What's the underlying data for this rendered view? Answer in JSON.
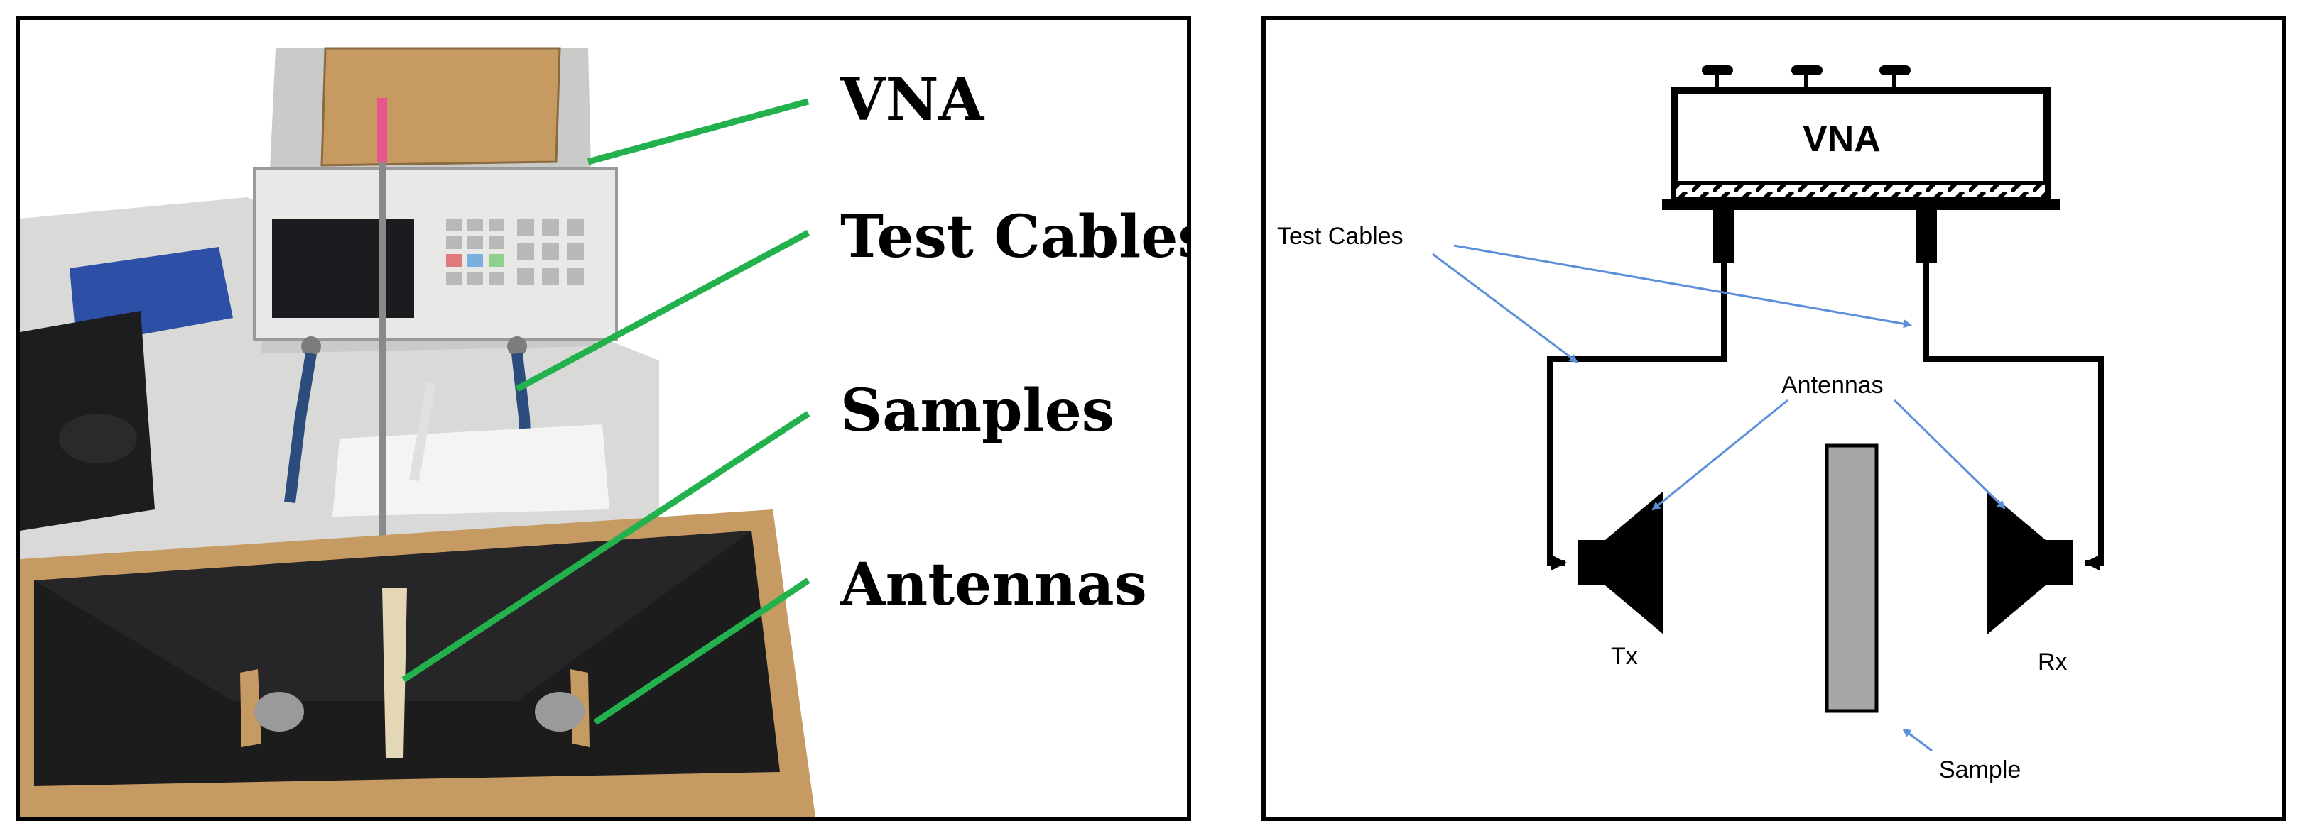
{
  "photo": {
    "labels": {
      "vna": "VNA",
      "test_cables": "Test Cables",
      "samples": "Samples",
      "antennas": "Antennas"
    },
    "leader_color": "#22b14c"
  },
  "schematic": {
    "vna": "VNA",
    "test_cables": "Test Cables",
    "antennas": "Antennas",
    "tx": "Tx",
    "rx": "Rx",
    "sample": "Sample",
    "arrow_color": "#5b8fd9",
    "sample_fill": "#a9a6a6"
  }
}
